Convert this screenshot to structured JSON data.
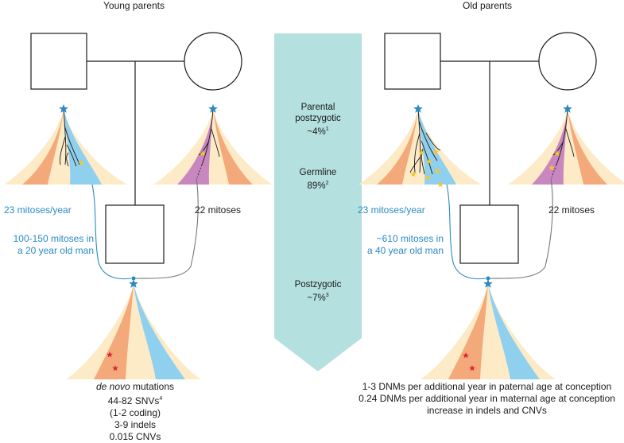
{
  "titles": {
    "left": "Young parents",
    "right": "Old parents"
  },
  "arrow": {
    "parental": [
      "Parental",
      "postzygotic",
      "~4%",
      "1"
    ],
    "germline": [
      "Germline",
      "89%",
      "2"
    ],
    "postzygotic": [
      "Postzygotic",
      "~7%",
      "3"
    ]
  },
  "left": {
    "father_rate": "23 mitoses/year",
    "mother_mitoses": "22 mitoses",
    "father_total_line1": "100-150 mitoses in",
    "father_total_line2": "a 20 year old man"
  },
  "right": {
    "father_rate": "23 mitoses/year",
    "mother_mitoses": "22 mitoses",
    "father_total_line1": "~610 mitoses in",
    "father_total_line2": "a 40 year old man"
  },
  "dnm_left": {
    "heading_italic": "de novo",
    "heading_rest": " mutations",
    "snvs": "44-82 SNVs",
    "snvs_ref": "4",
    "coding": "(1-2 coding)",
    "indels": "3-9 indels",
    "cnvs": "0.015 CNVs"
  },
  "dnm_right": {
    "line1": "1-3 DNMs per additional year in paternal age at conception",
    "line2": "0.24 DNMs per additional year in maternal age at conception",
    "line3": "increase in indels and CNVs"
  },
  "colors": {
    "cream": "#fdebc8",
    "orange": "#f4a97a",
    "light_blue": "#8fd0ef",
    "purple": "#c987c0",
    "arrow_teal": "#b4e0df",
    "star_blue": "#2a8ac4",
    "mutation_yellow": "#f7c52b",
    "mutation_red": "#e0232e"
  },
  "icons": [
    "father-square-symbol",
    "mother-circle-symbol",
    "child-square-symbol",
    "zygote-star-icon",
    "mutation-star-icon"
  ]
}
